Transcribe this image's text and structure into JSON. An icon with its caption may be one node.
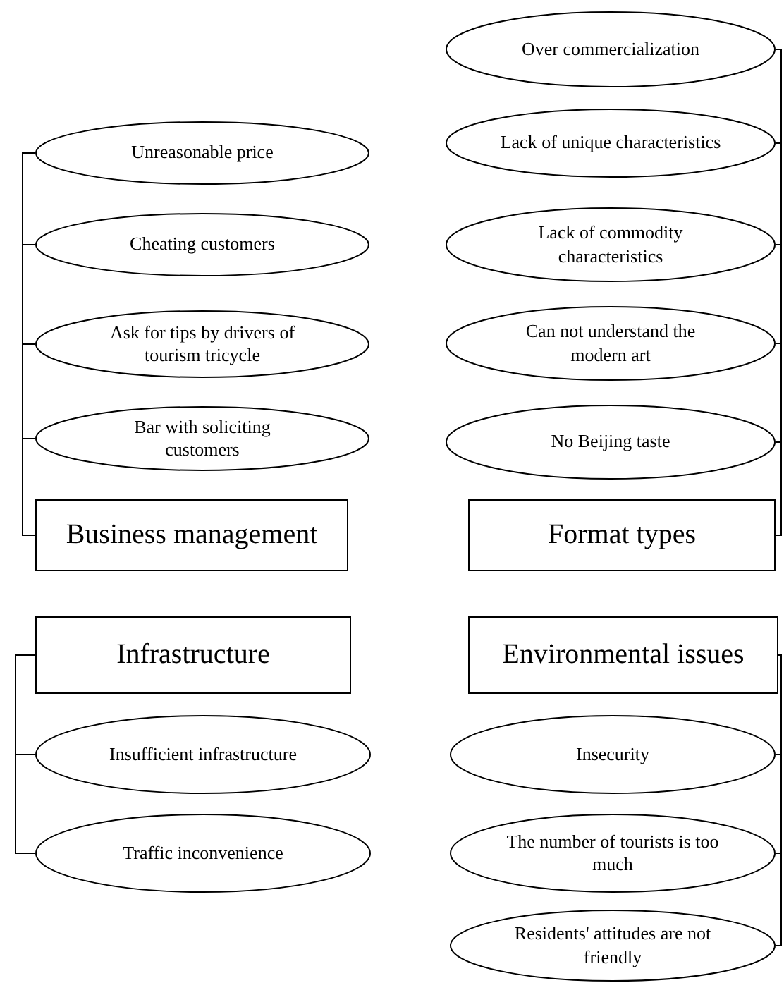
{
  "diagram": {
    "nodes": [
      {
        "text": [
          "Unreasonable price"
        ]
      },
      {
        "text": [
          "Cheating customers"
        ]
      },
      {
        "text": [
          "Ask for tips by drivers of tourism tricycle"
        ]
      },
      {
        "text": [
          "Bar with soliciting customers"
        ]
      },
      {
        "text": [
          "Business management"
        ]
      },
      {
        "text": [
          "Infrastructure"
        ]
      },
      {
        "text": [
          "Insufficient infrastructure"
        ]
      },
      {
        "text": [
          "Traffic inconvenience"
        ]
      },
      {
        "text": [
          "Over commercialization"
        ]
      },
      {
        "text": [
          "Lack of unique characteristics"
        ]
      },
      {
        "text": [
          "Lack of commodity characteristics"
        ]
      },
      {
        "text": [
          "Can not understand the modern art"
        ]
      },
      {
        "text": [
          "No Beijing taste"
        ]
      },
      {
        "text": [
          "Format types"
        ]
      },
      {
        "text": [
          "Environmental issues"
        ]
      },
      {
        "text": [
          "Insecurity"
        ]
      },
      {
        "text": [
          "The number of tourists is too much"
        ]
      },
      {
        "text": [
          "Residents' attitudes are not friendly"
        ]
      }
    ],
    "edges": [
      {
        "from": 4,
        "to": 0,
        "arrow": "none"
      },
      {
        "from": 4,
        "to": 1,
        "arrow": "none"
      },
      {
        "from": 4,
        "to": 2,
        "arrow": "none"
      },
      {
        "from": 4,
        "to": 3,
        "arrow": "none"
      },
      {
        "from": 5,
        "to": 6,
        "arrow": "none"
      },
      {
        "from": 5,
        "to": 7,
        "arrow": "none"
      },
      {
        "from": 13,
        "to": 8,
        "arrow": "none"
      },
      {
        "from": 13,
        "to": 9,
        "arrow": "none"
      },
      {
        "from": 13,
        "to": 10,
        "arrow": "none"
      },
      {
        "from": 13,
        "to": 11,
        "arrow": "none"
      },
      {
        "from": 13,
        "to": 12,
        "arrow": "none"
      },
      {
        "from": 14,
        "to": 15,
        "arrow": "none"
      },
      {
        "from": 14,
        "to": 16,
        "arrow": "none"
      },
      {
        "from": 14,
        "to": 17,
        "arrow": "none"
      }
    ]
  }
}
